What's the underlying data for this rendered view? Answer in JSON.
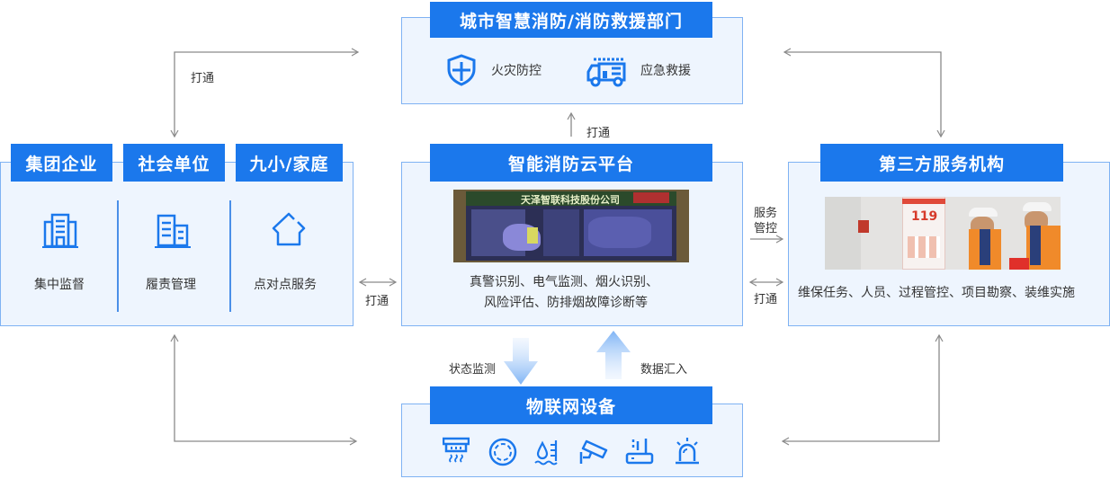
{
  "top_panel": {
    "title": "城市智慧消防/消防救援部门",
    "items": [
      {
        "icon": "shield-icon",
        "label": "火灾防控"
      },
      {
        "icon": "fire-truck-icon",
        "label": "应急救援"
      }
    ]
  },
  "left_panel": {
    "tabs": [
      "集团企业",
      "社会单位",
      "九小/家庭"
    ],
    "items": [
      {
        "icon": "office-building-icon",
        "label": "集中监督"
      },
      {
        "icon": "building-icon",
        "label": "履责管理"
      },
      {
        "icon": "house-icon",
        "label": "点对点服务"
      }
    ]
  },
  "center_panel": {
    "title": "智能消防云平台",
    "image": {
      "banner_text": "天泽智联科技股份公司",
      "alt": "control-room-screen"
    },
    "desc_line1": "真警识别、电气监测、烟火识别、",
    "desc_line2": "风险评估、防排烟故障诊断等"
  },
  "right_panel": {
    "title": "第三方服务机构",
    "image": {
      "poster_number": "119",
      "alt": "workers-inspection-photo"
    },
    "desc": "维保任务、人员、过程管控、项目勘察、装维实施"
  },
  "bottom_panel": {
    "title": "物联网设备",
    "icons": [
      "smoke-detector-icon",
      "sensor-disc-icon",
      "water-level-icon",
      "camera-icon",
      "router-icon",
      "alarm-light-icon"
    ]
  },
  "connectors": {
    "top_left": "打通",
    "center_up": "打通",
    "left_center": "打通",
    "service_control": "服务\n管控",
    "service_line1": "服务",
    "service_line2": "管控",
    "center_right": "打通",
    "status_monitor": "状态监测",
    "data_in": "数据汇入"
  },
  "colors": {
    "accent": "#1b78ec",
    "panel_bg": "#eef5fe",
    "panel_border": "#7fb2f3",
    "line": "#8a8a8a"
  }
}
